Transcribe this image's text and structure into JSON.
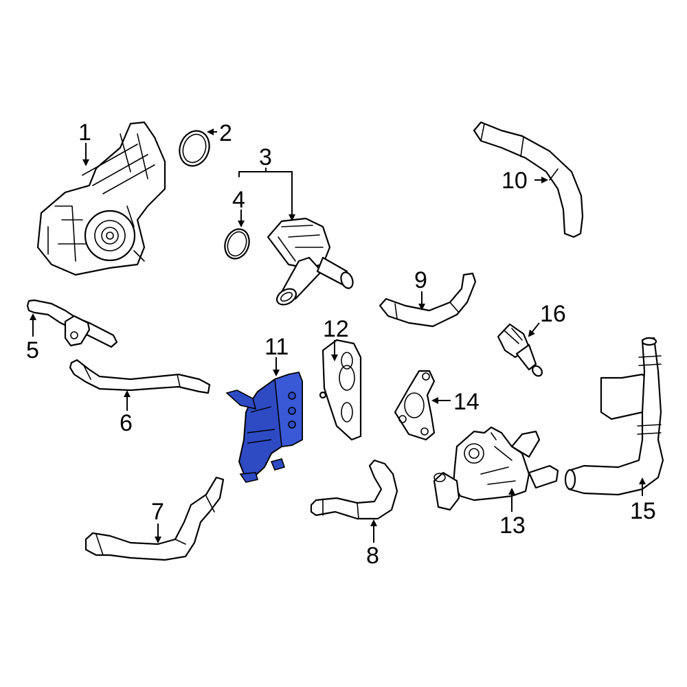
{
  "callouts": {
    "c1": "1",
    "c2": "2",
    "c3": "3",
    "c4": "4",
    "c5": "5",
    "c6": "6",
    "c7": "7",
    "c8": "8",
    "c9": "9",
    "c10": "10",
    "c11": "11",
    "c12": "12",
    "c13": "13",
    "c14": "14",
    "c15": "15",
    "c16": "16"
  },
  "highlight": {
    "part": "11",
    "color": "#2e4bc4"
  }
}
